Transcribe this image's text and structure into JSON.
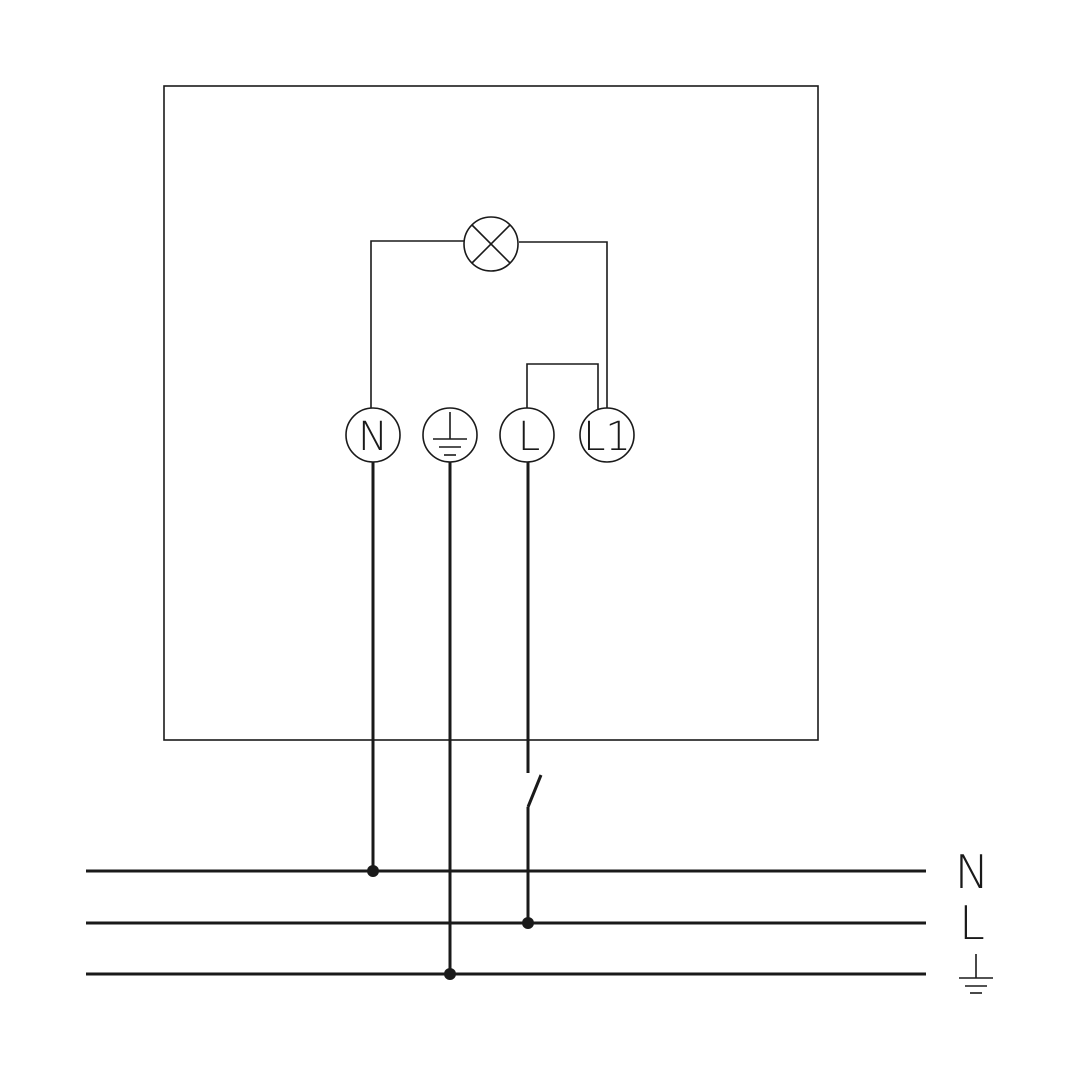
{
  "terminals": {
    "neutral": "N",
    "live": "L",
    "switched_live": "L1"
  },
  "bus_labels": {
    "neutral": "N",
    "live": "L"
  },
  "colors": {
    "line": "#1a1a1a",
    "background": "#ffffff"
  },
  "icons": {
    "lamp": "lamp-icon",
    "earth": "earth-ground-icon",
    "switch": "switch-icon"
  }
}
